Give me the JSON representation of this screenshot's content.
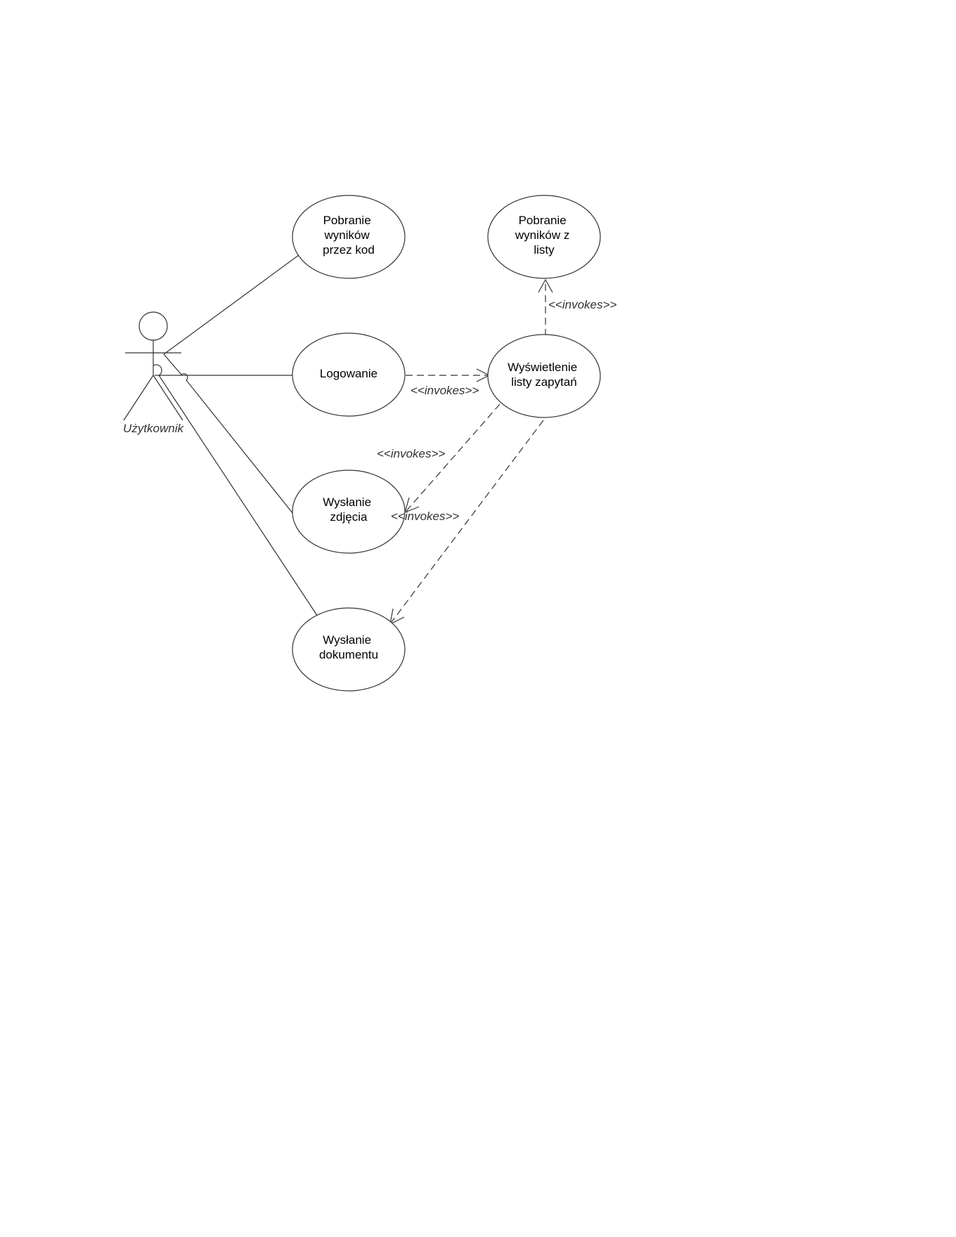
{
  "actor": {
    "name": "Użytkownik"
  },
  "use_cases": {
    "pobranie_kod": [
      "Pobranie",
      "wyników",
      "przez kod"
    ],
    "pobranie_lista": [
      "Pobranie",
      "wyników z",
      "listy"
    ],
    "logowanie": [
      "Logowanie"
    ],
    "wyswietlenie": [
      "Wyświetlenie",
      "listy zapytań"
    ],
    "wyslanie_zdjecia": [
      "Wysłanie",
      "zdjęcia"
    ],
    "wyslanie_dokumentu": [
      "Wysłanie",
      "dokumentu"
    ]
  },
  "relations": {
    "login_to_list": "<<invokes>>",
    "list_to_download": "<<invokes>>",
    "list_to_photo": "<<invokes>>",
    "list_to_document": "<<invokes>>"
  },
  "colors": {
    "line": "#333333",
    "text": "#000000",
    "background": "#ffffff"
  }
}
